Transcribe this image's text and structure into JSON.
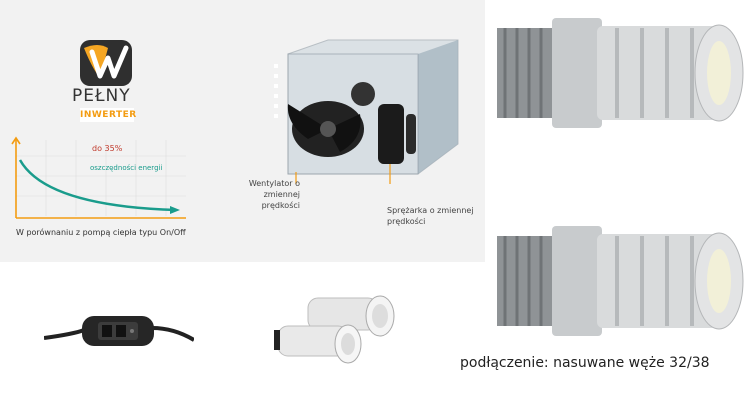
{
  "logo": {
    "title": "PEŁNY",
    "subtitle": "INWERTER"
  },
  "chart": {
    "top_label": "do 35%",
    "mid_label": "oszczędności energii",
    "caption": "W porównaniu z pompą ciepła typu On/Off"
  },
  "unit": {
    "fan_label": "Wentylator o zmiennej prędkości",
    "compressor_label": "Sprężarka o zmiennej prędkości"
  },
  "connectors": {
    "caption": "podłączenie: nasuwane węże 32/38"
  },
  "colors": {
    "accent_orange": "#f39c12",
    "chart_teal": "#1a9c8c"
  }
}
